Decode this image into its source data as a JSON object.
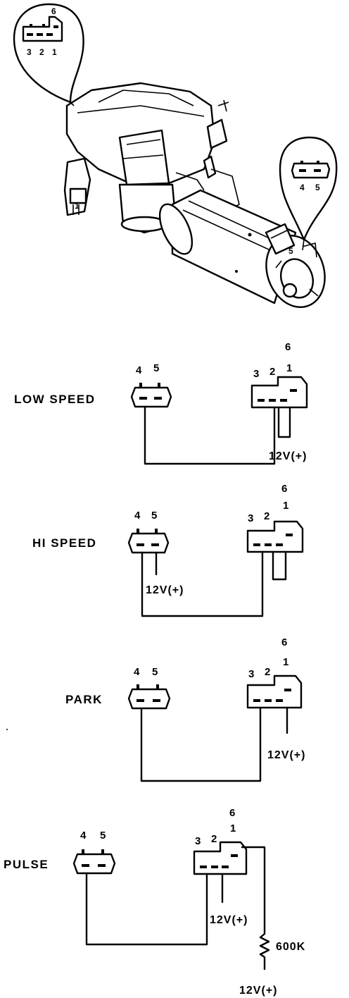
{
  "illustration": {
    "callout_left": {
      "top_pin": "6",
      "pins": "3 2 1"
    },
    "callout_right": {
      "pins": "4 5"
    },
    "motor_pin_mark": "5",
    "motor_pin_mark_left": "1"
  },
  "modes": [
    {
      "label": "LOW SPEED",
      "conn_left_pins": [
        "4",
        "5"
      ],
      "conn_right_top_pin": "6",
      "conn_right_pins": [
        "3",
        "2",
        "1"
      ],
      "supply": "12V(+)"
    },
    {
      "label": "HI SPEED",
      "conn_left_pins": [
        "4",
        "5"
      ],
      "conn_right_top_pin": "6",
      "conn_right_pins": [
        "3",
        "2",
        "1"
      ],
      "supply": "12V(+)"
    },
    {
      "label": "PARK",
      "conn_left_pins": [
        "4",
        "5"
      ],
      "conn_right_top_pin": "6",
      "conn_right_pins": [
        "3",
        "2",
        "1"
      ],
      "supply": "12V(+)"
    },
    {
      "label": "PULSE",
      "conn_left_pins": [
        "4",
        "5"
      ],
      "conn_right_top_pin": "6",
      "conn_right_pins": [
        "3",
        "2",
        "1"
      ],
      "supply": "12V(+)",
      "resistor": "600K",
      "supply2": "12V(+)"
    }
  ]
}
